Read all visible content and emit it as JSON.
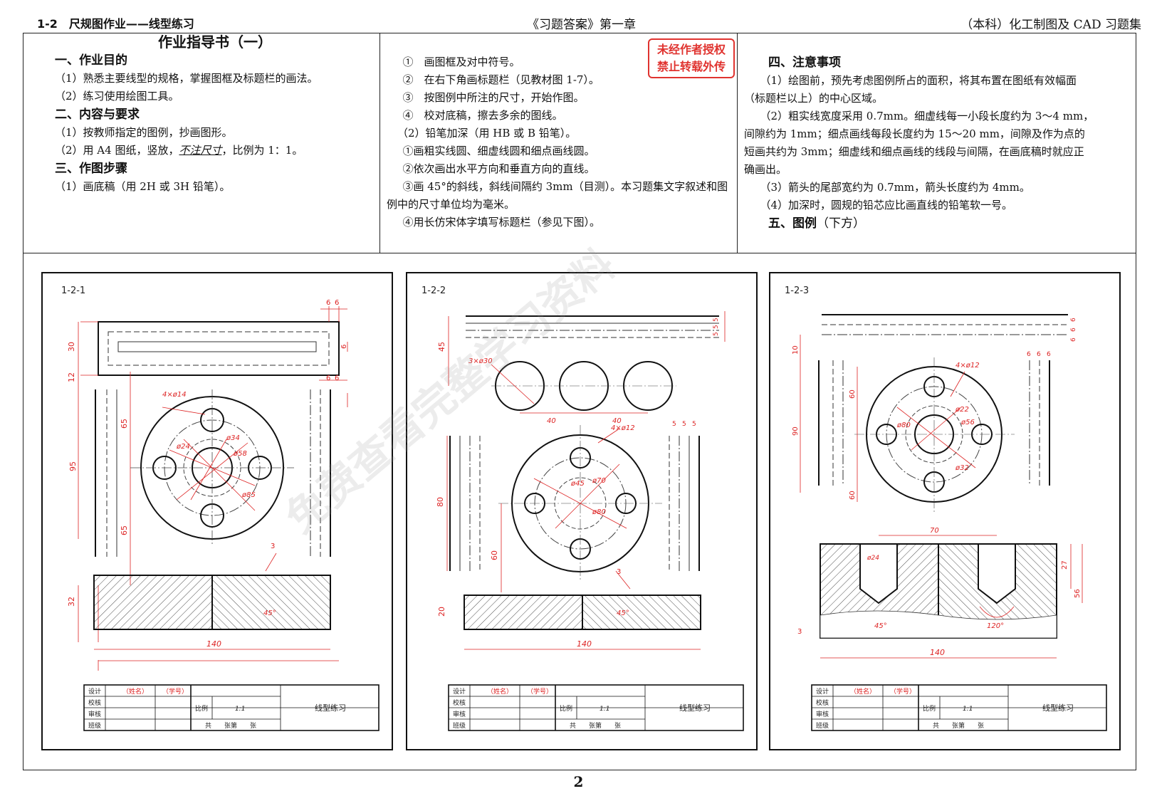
{
  "header": {
    "left": "1-2　尺规图作业——线型练习",
    "center": "《习题答案》第一章",
    "right": "（本科）化工制图及 CAD 习题集"
  },
  "column1": {
    "title": "作业指导书（一）",
    "sec1": "一、作业目的",
    "l1": "（1）熟悉主要线型的规格，掌握图框及标题栏的画法。",
    "l2": "（2）练习使用绘图工具。",
    "sec2": "二、内容与要求",
    "l3": "（1）按教师指定的图例，抄画图形。",
    "l4a": "（2）用 A4 图纸，竖放，",
    "l4b": "不注尺寸",
    "l4c": "，比例为 1：1。",
    "sec3": "三、作图步骤",
    "l5": "（1）画底稿（用 2H 或 3H 铅笔）。"
  },
  "column2": {
    "l1": "①　画图框及对中符号。",
    "l2": "②　在右下角画标题栏（见教材图 1-7）。",
    "l3": "③　按图例中所注的尺寸，开始作图。",
    "l4": "④　校对底稿，擦去多余的图线。",
    "l5": "（2）铅笔加深（用 HB 或 B 铅笔）。",
    "l6": "①画粗实线圆、细虚线圆和细点画线圆。",
    "l7": "②依次画出水平方向和垂直方向的直线。",
    "l8": "③画 45°的斜线，斜线间隔约 3mm（目测）。本习题集文字叙述和图例中的尺寸单位均为毫米。",
    "l9": "④用长仿宋体字填写标题栏（参见下图）。"
  },
  "stamp": {
    "line1": "未经作者授权",
    "line2": "禁止转载外传"
  },
  "column3": {
    "sec4": "四、注意事项",
    "p1": "（1）绘图前，预先考虑图例所占的面积，将其布置在图纸有效幅面（标题栏以上）的中心区域。",
    "p2": "（2）粗实线宽度采用 0.7mm。细虚线每一小段长度约为 3～4 mm，间隙约为 1mm；细点画线每段长度约为 15～20 mm，间隙及作为点的短画共约为 3mm；细虚线和细点画线的线段与间隔，在画底稿时就应正确画出。",
    "p3": "（3）箭头的尾部宽约为 0.7mm，箭头长度约为 4mm。",
    "p4": "（4）加深时，圆规的铅芯应比画直线的铅笔软一号。",
    "sec5a": "五、图例",
    "sec5b": "（下方）"
  },
  "examples": [
    {
      "id": "1-2-1",
      "dims": {
        "rect_w": "6",
        "rect_w2": "6",
        "d30": "30",
        "d6": "6",
        "d12": "12",
        "d6b": "6",
        "d6c": "6",
        "d95": "95",
        "d65a": "65",
        "d65b": "65",
        "holes": "4×ø14",
        "d24": "ø24",
        "d34": "ø34",
        "d58": "ø58",
        "d85": "ø85",
        "d3": "3",
        "d32": "32",
        "a45": "45°",
        "d140": "140"
      }
    },
    {
      "id": "1-2-2",
      "dims": {
        "d5a": "5",
        "d5b": "5",
        "d5c": "5",
        "d45": "45",
        "holes3": "3×ø30",
        "d40a": "40",
        "d40b": "40",
        "s5a": "5",
        "s5b": "5",
        "s5c": "5",
        "holes4": "4×ø12",
        "d45c": "ø45",
        "d70": "ø70",
        "d80": "ø80",
        "d80v": "80",
        "d60": "60",
        "d3": "3",
        "d20": "20",
        "a45": "45°",
        "d140": "140"
      }
    },
    {
      "id": "1-2-3",
      "dims": {
        "t6a": "6",
        "t6b": "6",
        "t6c": "6",
        "d10": "10",
        "d90": "90",
        "d60a": "60",
        "d60b": "60",
        "v6a": "6",
        "v6b": "6",
        "v6c": "6",
        "holes": "4×ø12",
        "d22": "ø22",
        "d56": "ø56",
        "d80": "ø80",
        "d32": "ø32",
        "d70": "70",
        "d24": "ø24",
        "d27": "27",
        "d56v": "56",
        "d3": "3",
        "a45": "45°",
        "a120": "120°",
        "d140": "140"
      }
    }
  ],
  "title_block": {
    "design": "设计",
    "name": "（姓名）",
    "sid": "（学号）",
    "check": "校核",
    "review": "审核",
    "class": "班级",
    "scale_label": "比例",
    "scale": "1:1",
    "drawing_name": "线型练习",
    "sheets": "共　　张第　　张"
  },
  "watermark": "免费查看完整学习资料",
  "page_number": "2"
}
